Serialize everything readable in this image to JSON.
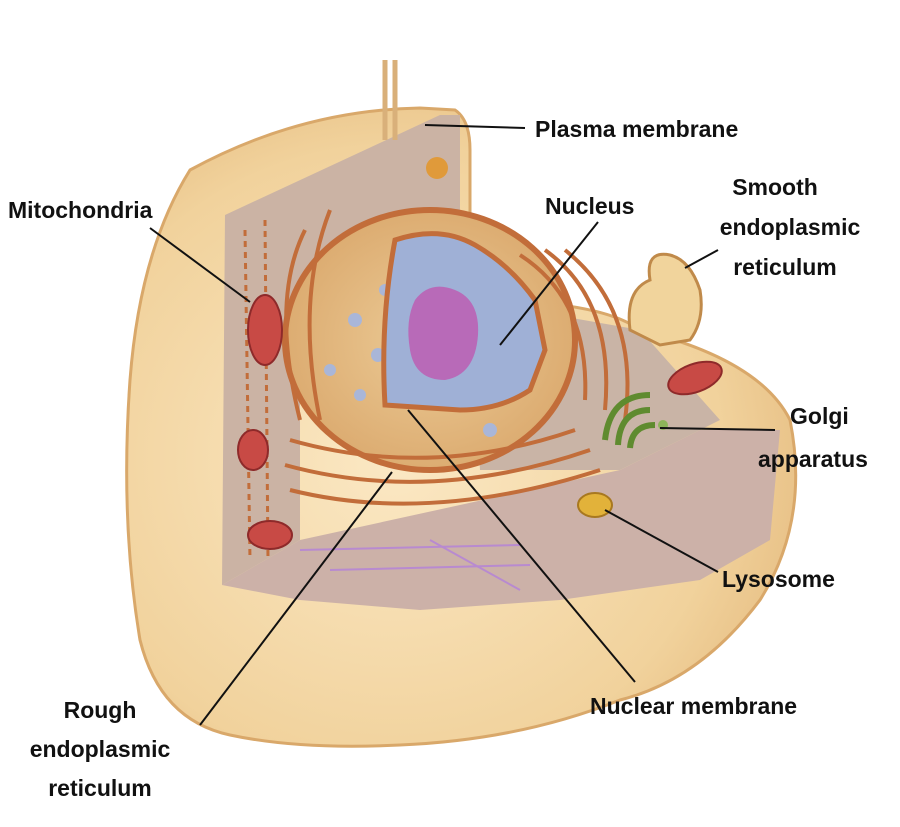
{
  "labels": {
    "plasma_membrane": "Plasma membrane",
    "mitochondria": "Mitochondria",
    "nucleus": "Nucleus",
    "smooth_er": [
      "Smooth",
      "endoplasmic",
      "reticulum"
    ],
    "golgi": [
      "Golgi",
      "apparatus"
    ],
    "lysosome": "Lysosome",
    "nuclear_membrane": "Nuclear membrane",
    "rough_er": [
      "Rough",
      "endoplasmic",
      "reticulum"
    ]
  },
  "colors": {
    "cytoplasm": "#f3d7a6",
    "cut_face": "#cdb7a6",
    "nucleoplasm": "#9fb0d6",
    "nucleolus": "#b86ab8",
    "membrane": "#c97a44",
    "mitochondria": "#c84a45",
    "golgi": "#6e9a3a",
    "lysosome": "#e2b23a"
  }
}
